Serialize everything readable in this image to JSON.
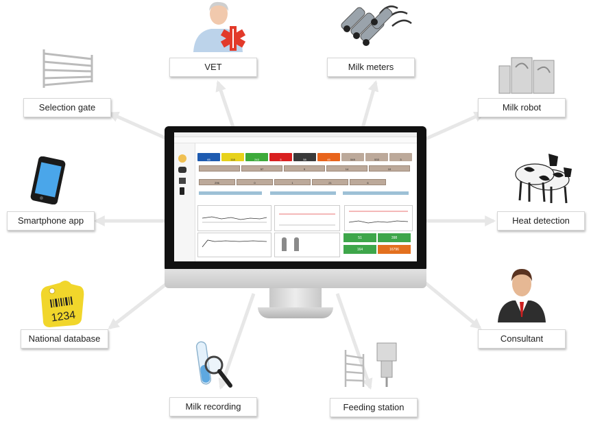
{
  "nodes": {
    "vet": {
      "label": "VET"
    },
    "milk_meters": {
      "label": "Milk meters"
    },
    "selection_gate": {
      "label": "Selection gate"
    },
    "milk_robot": {
      "label": "Milk robot"
    },
    "smartphone_app": {
      "label": "Smartphone app"
    },
    "heat_detection": {
      "label": "Heat detection"
    },
    "national_database": {
      "label": "National database",
      "tag_number": "1234"
    },
    "consultant": {
      "label": "Consultant"
    },
    "milk_recording": {
      "label": "Milk recording"
    },
    "feeding_station": {
      "label": "Feeding station"
    }
  },
  "screen": {
    "tiles": [
      {
        "value": "65",
        "color": "#1e5bb0"
      },
      {
        "value": "118",
        "color": "#e7d21b"
      },
      {
        "value": "243",
        "color": "#3daa3a"
      },
      {
        "value": "5",
        "color": "#d92020"
      },
      {
        "value": "58",
        "color": "#3a3a3a"
      },
      {
        "value": "45",
        "color": "#e8641c"
      },
      {
        "value": "549",
        "color": "#bca99a"
      },
      {
        "value": "533",
        "color": "#bca99a"
      },
      {
        "value": "3",
        "color": "#bca99a"
      }
    ],
    "row1": [
      "296",
      "0",
      "1",
      "21",
      "6"
    ],
    "row0": [
      "",
      "",
      "57",
      "9",
      "14",
      "10"
    ],
    "green_tiles": [
      {
        "value": "51",
        "color": "#3ea64a"
      },
      {
        "value": "398",
        "color": "#3ea64a"
      },
      {
        "value": "164",
        "color": "#3ea64a"
      },
      {
        "value": "16796",
        "color": "#e3701f"
      }
    ]
  },
  "colors": {
    "arrow": "#e7e7e7",
    "monitor": "#111111"
  }
}
